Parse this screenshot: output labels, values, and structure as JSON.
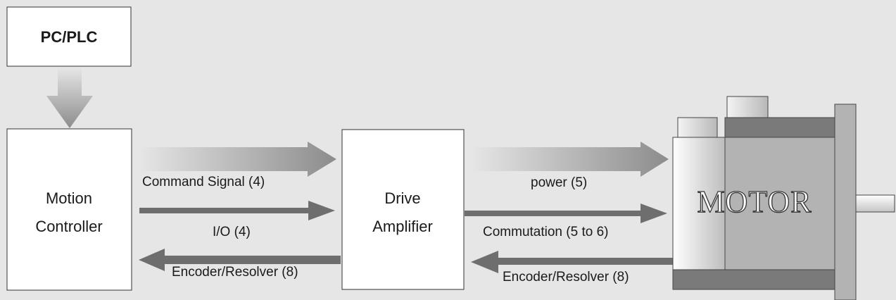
{
  "blocks": {
    "pc_plc": "PC/PLC",
    "motion_controller": [
      "Motion",
      "Controller"
    ],
    "drive_amplifier": [
      "Drive",
      "Amplifier"
    ],
    "motor": "MOTOR"
  },
  "signals": {
    "command_signal": "Command Signal (4)",
    "io": "I/O (4)",
    "encoder_resolver_left": "Encoder/Resolver (8)",
    "power": "power (5)",
    "commutation": "Commutation (5 to 6)",
    "encoder_resolver_right": "Encoder/Resolver (8)"
  },
  "colors": {
    "background": "#e6e6e6",
    "box_fill": "#ffffff",
    "arrow_dark": "#6e6e6e",
    "motor_body": "#b3b3b3",
    "motor_dark": "#7a7a7a"
  }
}
